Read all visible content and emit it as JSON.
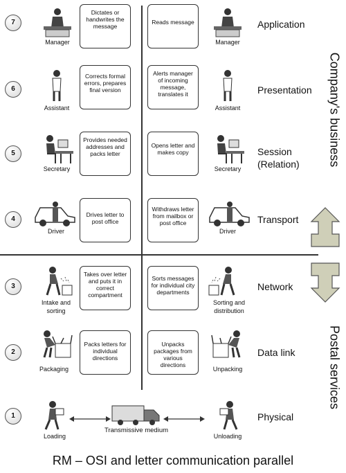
{
  "layers": [
    {
      "num": "7",
      "name": "Application",
      "left_role": "Manager",
      "right_role": "Manager",
      "left_text": "Dictates or handwrites the message",
      "right_text": "Reads message"
    },
    {
      "num": "6",
      "name": "Presentation",
      "left_role": "Assistant",
      "right_role": "Assistant",
      "left_text": "Corrects formal errors, prepares final version",
      "right_text": "Alerts manager of incoming message, translates it"
    },
    {
      "num": "5",
      "name_line1": "Session",
      "name_line2": "(Relation)",
      "left_role": "Secretary",
      "right_role": "Secretary",
      "left_text": "Provides needed addresses and packs letter",
      "right_text": "Opens letter and makes copy"
    },
    {
      "num": "4",
      "name": "Transport",
      "left_role": "Driver",
      "right_role": "Driver",
      "left_text": "Drives letter to post office",
      "right_text": "Withdraws letter from mailbox or post office"
    },
    {
      "num": "3",
      "name": "Network",
      "left_role_line1": "Intake and",
      "left_role_line2": "sorting",
      "right_role_line1": "Sorting and",
      "right_role_line2": "distribution",
      "left_text": "Takes over letter and puts it in correct compartment",
      "right_text": "Sorts messages for individual city departments"
    },
    {
      "num": "2",
      "name": "Data link",
      "left_role": "Packaging",
      "right_role": "Unpacking",
      "left_text": "Packs letters for individual directions",
      "right_text": "Unpacks packages from various directions"
    },
    {
      "num": "1",
      "name": "Physical",
      "left_role": "Loading",
      "right_role": "Unloading",
      "medium": "Transmissive medium"
    }
  ],
  "groups": {
    "upper": "Company's business",
    "lower": "Postal services"
  },
  "title": "RM – OSI and letter communication parallel",
  "colors": {
    "arrow_fill": "#cfcfb8",
    "arrow_stroke": "#555555",
    "line": "#333333"
  }
}
